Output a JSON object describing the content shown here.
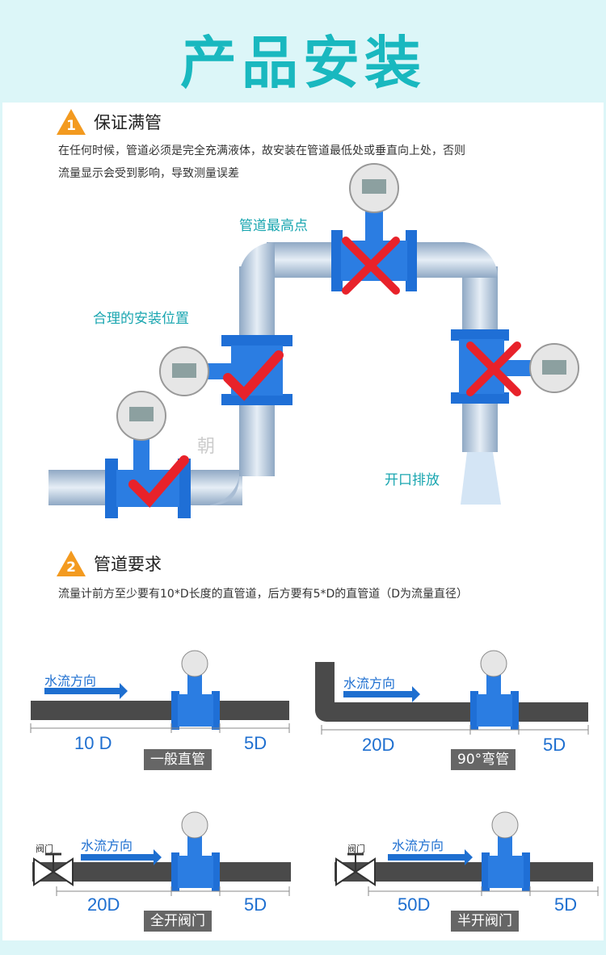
{
  "header": {
    "title": "产品安装"
  },
  "section1": {
    "number": "1",
    "title": "保证满管",
    "desc_line1": "在任何时候，管道必须是完全充满液体，故安装在管道最低处或垂直向上处，否则",
    "desc_line2": "流量显示会受到影响，导致测量误差",
    "label_highest": "管道最高点",
    "label_reasonable": "合理的安装位置",
    "label_outlet": "开口排放",
    "watermark": "朝"
  },
  "section2": {
    "number": "2",
    "title": "管道要求",
    "desc": "流量计前方至少要有10*D长度的直管道，后方要有5*D的直管道（D为流量直径）"
  },
  "panels": [
    {
      "flow_label": "水流方向",
      "upstream": "10 D",
      "downstream": "5D",
      "caption": "一般直管"
    },
    {
      "flow_label": "水流方向",
      "upstream": "20D",
      "downstream": "5D",
      "caption": "90°弯管"
    },
    {
      "flow_label": "水流方向",
      "upstream": "20D",
      "downstream": "5D",
      "caption": "全开阀门",
      "valve_label": "阀门"
    },
    {
      "flow_label": "水流方向",
      "upstream": "50D",
      "downstream": "5D",
      "caption": "半开阀门",
      "valve_label": "阀门"
    }
  ],
  "colors": {
    "accent": "#19b8bf",
    "teal_label": "#1aa6b0",
    "meter_blue": "#1f6fd6",
    "warning_orange": "#f39a1f",
    "check_red": "#e8222a"
  }
}
